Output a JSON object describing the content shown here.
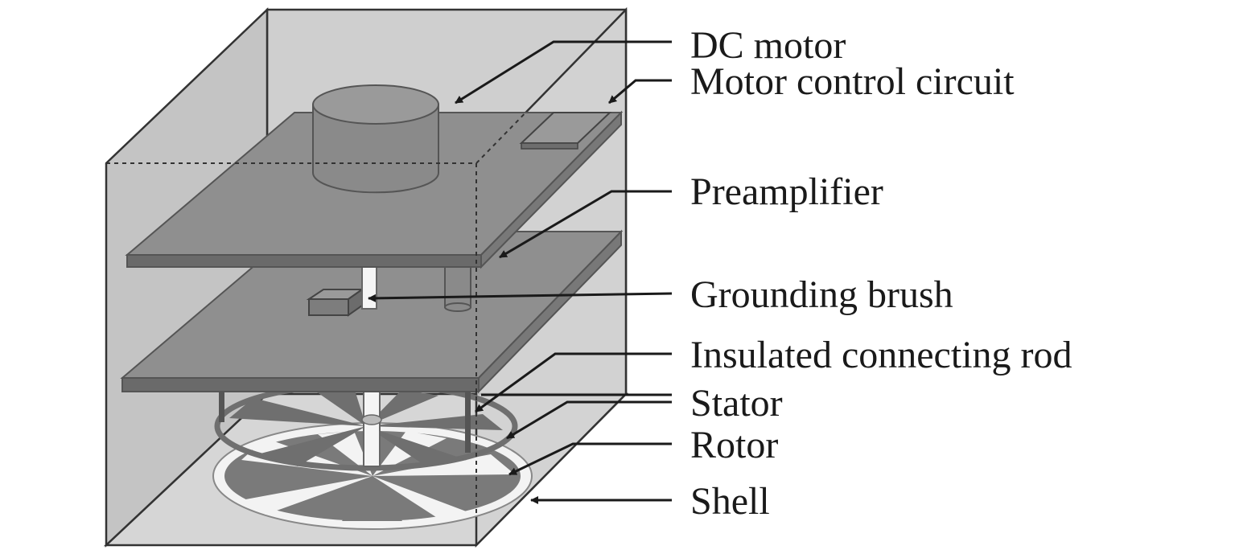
{
  "diagram": {
    "labels": {
      "dc_motor": "DC motor",
      "motor_control_circuit": "Motor control circuit",
      "preamplifier": "Preamplifier",
      "grounding_brush": "Grounding brush",
      "insulated_connecting_rod": "Insulated connecting rod",
      "stator": "Stator",
      "rotor": "Rotor",
      "shell": "Shell"
    },
    "colors": {
      "shell_fill": "#d0d0d0",
      "board_fill": "#8f8f8f",
      "board_edge": "#6a6a6a",
      "motor_fill": "#8a8a8a",
      "rotor_dark": "#7a7a7a",
      "rotor_light": "#f3f3f3",
      "line": "#1a1a1a"
    }
  }
}
